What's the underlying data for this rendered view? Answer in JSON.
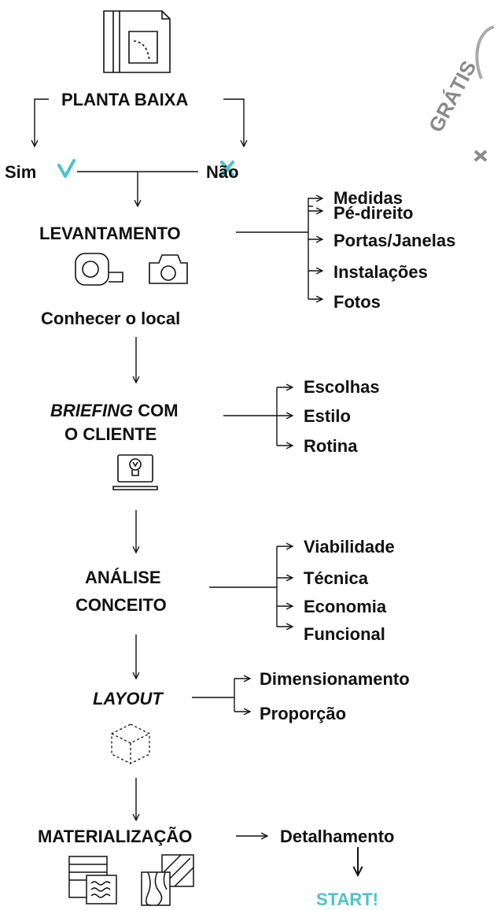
{
  "badge": {
    "text": "GRÁTIS"
  },
  "planta": {
    "title": "PLANTA BAIXA",
    "yes": "Sim",
    "no": "Não"
  },
  "levantamento": {
    "title": "LEVANTAMENTO",
    "caption": "Conhecer o local",
    "items": [
      "Medidas",
      "Pé-direito",
      "Portas/Janelas",
      "Instalações",
      "Fotos"
    ]
  },
  "briefing": {
    "title_italic": "BRIEFING",
    "title_rest": " COM",
    "title_line2": "O CLIENTE",
    "items": [
      "Escolhas",
      "Estilo",
      "Rotina"
    ]
  },
  "analise": {
    "line1": "ANÁLISE",
    "line2": "CONCEITO",
    "items": [
      "Viabilidade",
      "Técnica",
      "Economia",
      "Funcional"
    ]
  },
  "layout": {
    "title": "LAYOUT",
    "items": [
      "Dimensionamento",
      "Proporção"
    ]
  },
  "materializacao": {
    "title": "MATERIALIZAÇÃO",
    "target": "Detalhamento",
    "final": "START!"
  },
  "colors": {
    "accent": "#4cc3c7",
    "ink": "#111111"
  },
  "icons": [
    "floor-plan-icon",
    "check-icon",
    "cross-icon",
    "tape-measure-icon",
    "camera-icon",
    "laptop-lightbulb-icon",
    "cube-icon",
    "material-swatch-icon",
    "wood-tile-icon"
  ]
}
